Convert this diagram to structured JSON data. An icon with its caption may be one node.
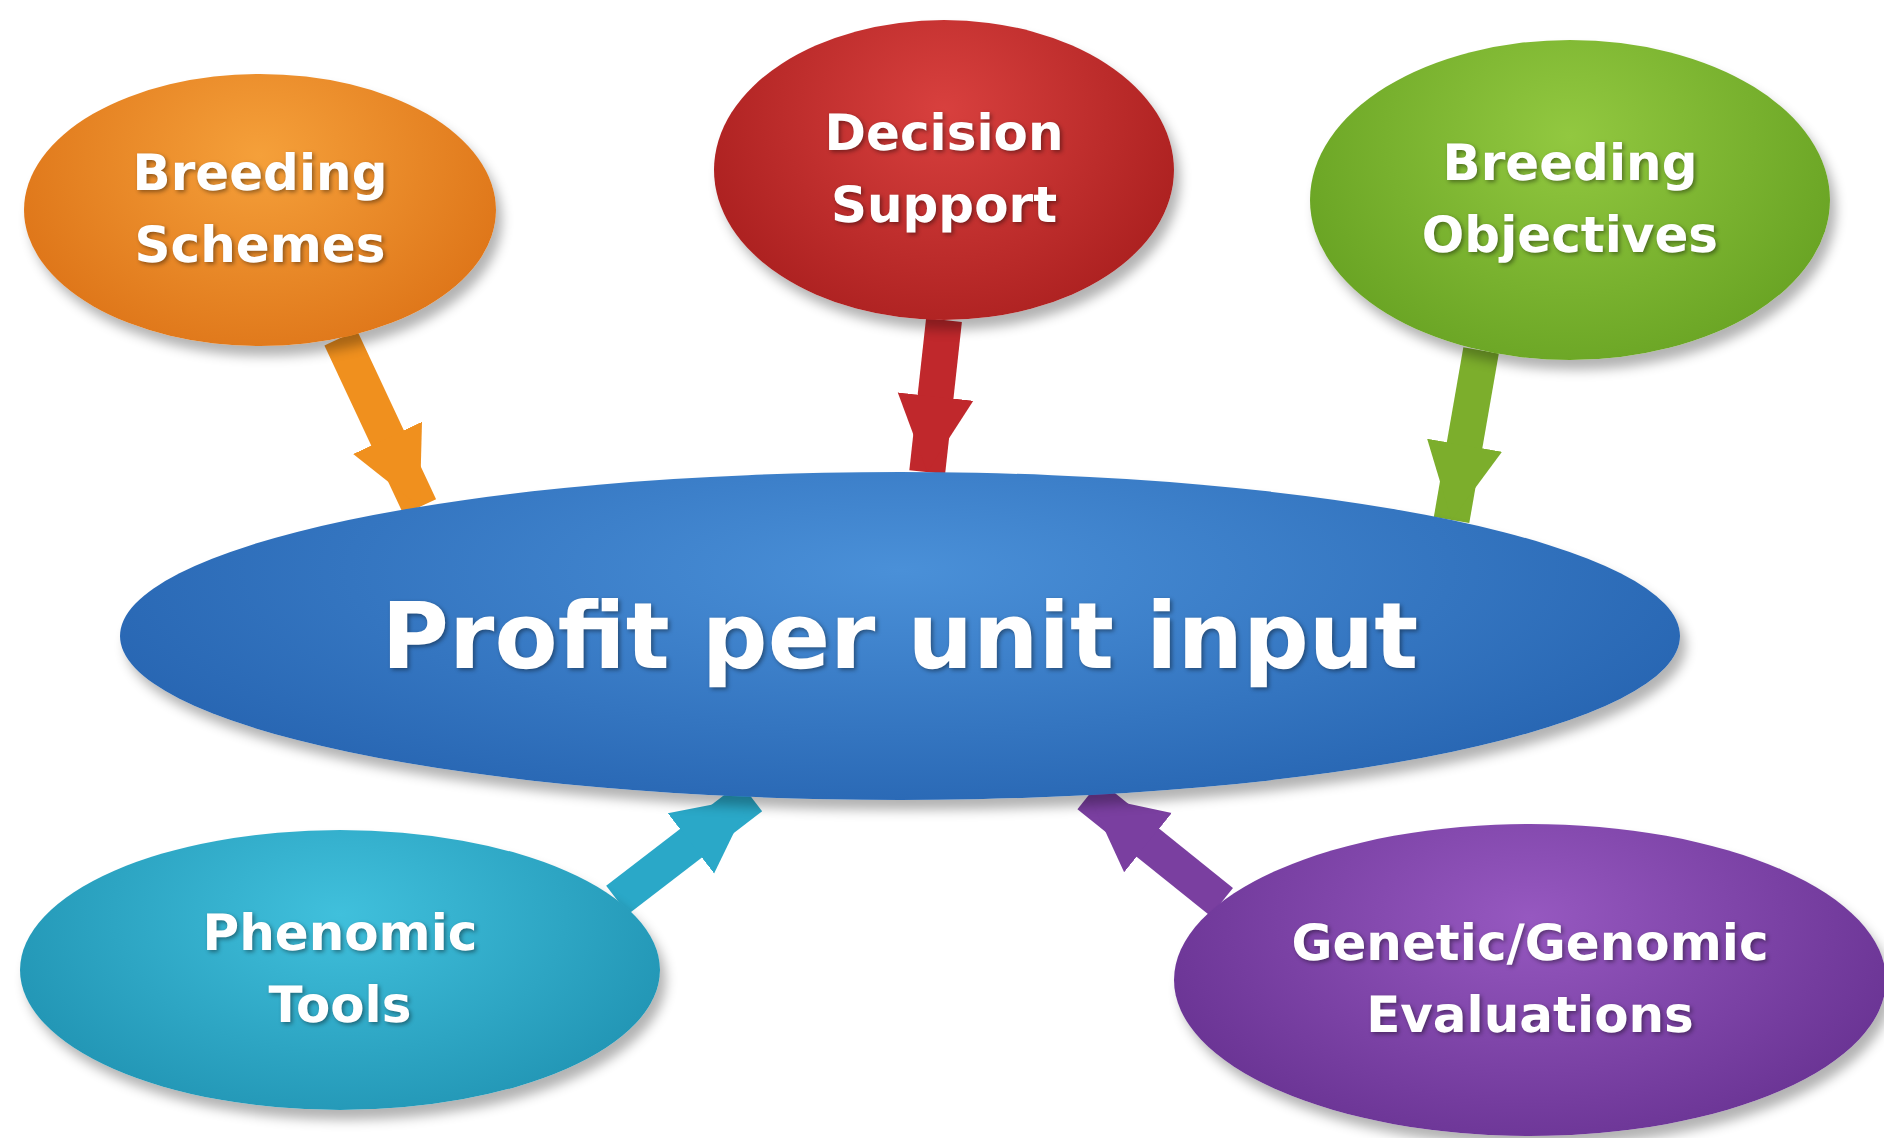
{
  "diagram": {
    "nodes": [
      {
        "text": [
          "Breeding Schemes"
        ]
      },
      {
        "text": [
          "Decision Support"
        ]
      },
      {
        "text": [
          "Breeding Objectives"
        ]
      },
      {
        "text": [
          "Profit per unit input"
        ]
      },
      {
        "text": [
          "Phenomic Tools"
        ]
      },
      {
        "text": [
          "Genetic/Genomic Evaluations"
        ]
      }
    ],
    "edges": [
      {
        "from": 0,
        "to": 3,
        "arrow": "to",
        "color": "#f0901e"
      },
      {
        "from": 1,
        "to": 3,
        "arrow": "to",
        "color": "#c0282c"
      },
      {
        "from": 2,
        "to": 3,
        "arrow": "to",
        "color": "#7cae2c"
      },
      {
        "from": 4,
        "to": 3,
        "arrow": "to",
        "color": "#2aa8c8"
      },
      {
        "from": 5,
        "to": 3,
        "arrow": "to",
        "color": "#7a3fa0"
      }
    ]
  }
}
